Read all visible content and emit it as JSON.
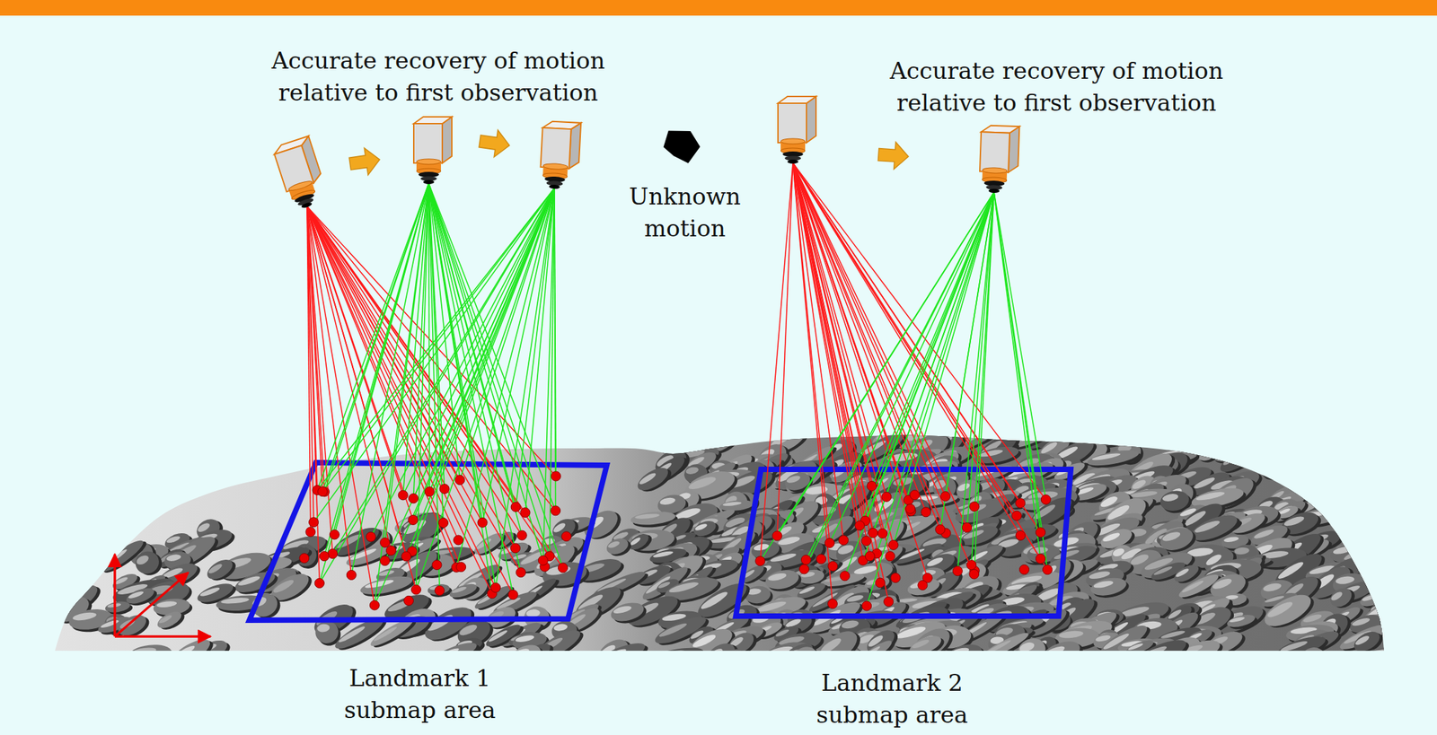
{
  "diagram": {
    "labels": [
      "Accurate recovery of motion relative to first observation",
      "Accurate recovery of motion relative to first observation",
      "Unknown motion",
      "Landmark 1 submap area",
      "Landmark 2 submap area"
    ]
  }
}
